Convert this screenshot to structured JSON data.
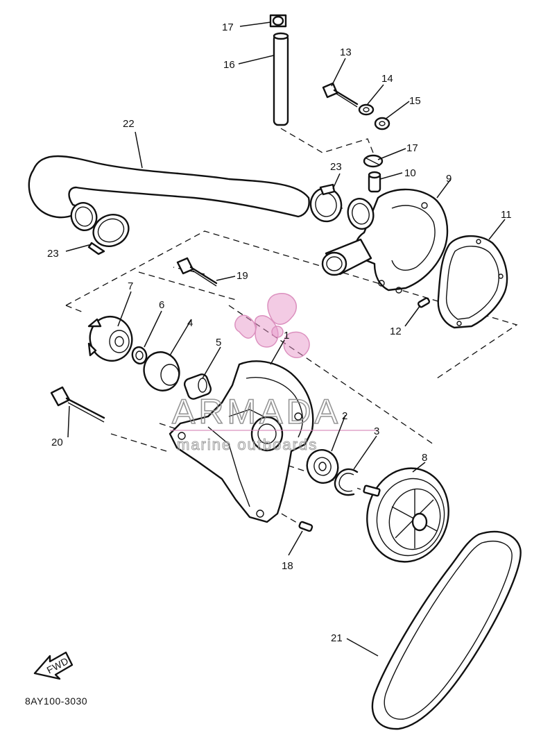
{
  "diagram": {
    "drawing_code": "8AY100-3030",
    "direction_marker": "FWD",
    "watermark": {
      "brand": "ARMADA",
      "tagline": "marine outboards"
    },
    "callouts": [
      {
        "id": "c1",
        "text": "1"
      },
      {
        "id": "c2",
        "text": "2"
      },
      {
        "id": "c3",
        "text": "3"
      },
      {
        "id": "c4",
        "text": "4"
      },
      {
        "id": "c5",
        "text": "5"
      },
      {
        "id": "c6",
        "text": "6"
      },
      {
        "id": "c7",
        "text": "7"
      },
      {
        "id": "c8",
        "text": "8"
      },
      {
        "id": "c9",
        "text": "9"
      },
      {
        "id": "c10",
        "text": "10"
      },
      {
        "id": "c11",
        "text": "11"
      },
      {
        "id": "c12",
        "text": "12"
      },
      {
        "id": "c13",
        "text": "13"
      },
      {
        "id": "c14",
        "text": "14"
      },
      {
        "id": "c15",
        "text": "15"
      },
      {
        "id": "c16",
        "text": "16"
      },
      {
        "id": "c17a",
        "text": "17"
      },
      {
        "id": "c17b",
        "text": "17"
      },
      {
        "id": "c18",
        "text": "18"
      },
      {
        "id": "c19",
        "text": "19"
      },
      {
        "id": "c20",
        "text": "20"
      },
      {
        "id": "c21",
        "text": "21"
      },
      {
        "id": "c22",
        "text": "22"
      },
      {
        "id": "c23a",
        "text": "23"
      },
      {
        "id": "c23b",
        "text": "23"
      }
    ]
  }
}
